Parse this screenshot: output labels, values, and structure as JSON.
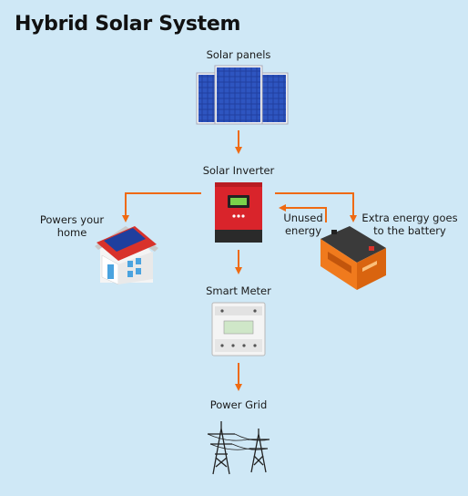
{
  "title": "Hybrid Solar System",
  "nodes": {
    "solar_panels": "Solar panels",
    "inverter": "Solar Inverter",
    "home": [
      "Powers your",
      "home"
    ],
    "unused": [
      "Unused",
      "energy"
    ],
    "battery_text": [
      "Extra energy goes",
      "to the battery"
    ],
    "smart_meter": "Smart Meter",
    "power_grid": "Power Grid"
  },
  "colors": {
    "background": "#cfe8f6",
    "arrow": "#ef6a12",
    "inverter_red": "#d9242b",
    "battery_orange": "#f07a1d",
    "panel_blue": "#1f3f9e",
    "roof_red": "#d8322b"
  }
}
